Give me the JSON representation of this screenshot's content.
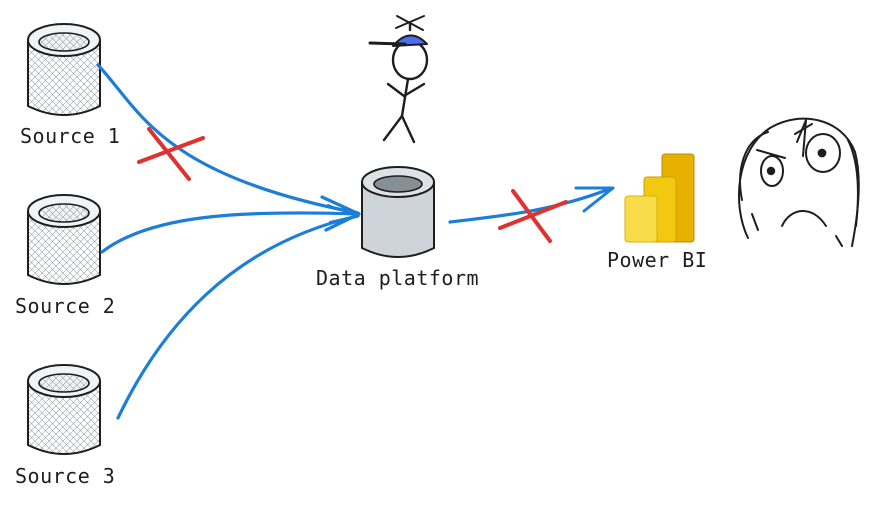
{
  "diagram": {
    "sources": [
      {
        "label": "Source 1"
      },
      {
        "label": "Source 2"
      },
      {
        "label": "Source 3"
      }
    ],
    "platform": {
      "label": "Data platform"
    },
    "bi": {
      "label": "Power BI",
      "icon": "power-bi-icon"
    },
    "colors": {
      "arrow": "#1c7ed6",
      "cross": "#e03131",
      "stroke": "#1e1e1e",
      "source_fill": "#f1f3f5",
      "platform_fill": "#ced4da",
      "cap_blue": "#4c6ef5",
      "bi_dark": "#e8b100",
      "bi_mid": "#f2c811",
      "bi_light": "#f9dc4a"
    }
  }
}
